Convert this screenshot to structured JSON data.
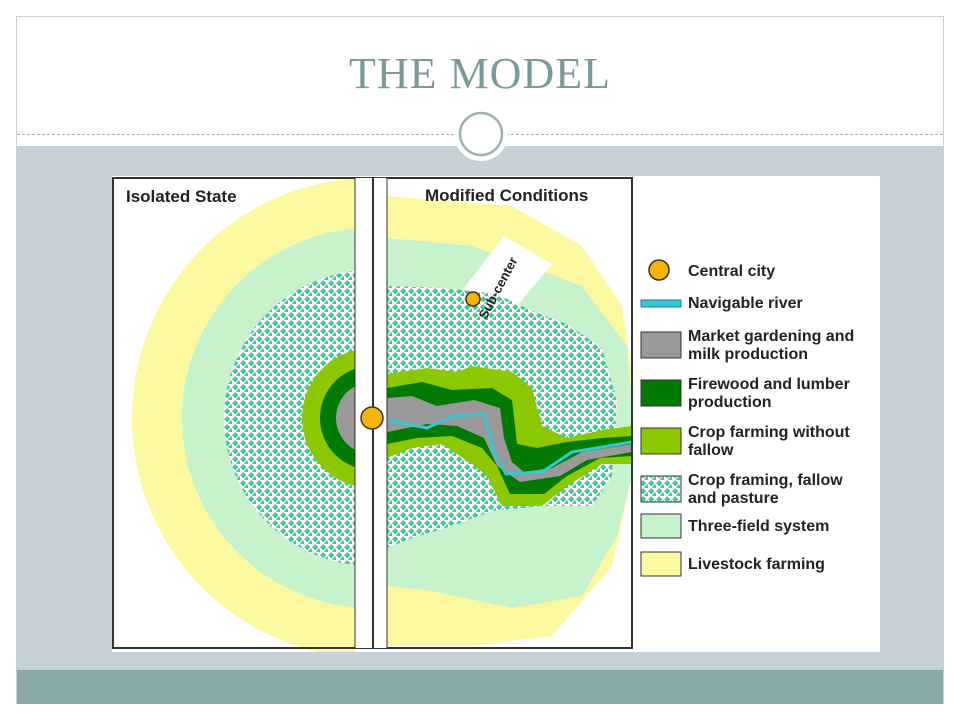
{
  "slide": {
    "title": "THE MODEL"
  },
  "diagram": {
    "panel_left_title": "Isolated State",
    "panel_right_title": "Modified Conditions",
    "subcenter_label": "Sub-center"
  },
  "legend": [
    {
      "id": "central-city",
      "line1": "Central city",
      "line2": "",
      "icon": "circle",
      "color": "#f5b400"
    },
    {
      "id": "navigable-river",
      "line1": "Navigable river",
      "line2": "",
      "icon": "line",
      "color": "#36c6d6"
    },
    {
      "id": "market-gardening",
      "line1": "Market gardening and",
      "line2": "milk production",
      "icon": "box",
      "color": "#999999"
    },
    {
      "id": "firewood-lumber",
      "line1": "Firewood and lumber",
      "line2": "production",
      "icon": "box",
      "color": "#007a00"
    },
    {
      "id": "crop-without-fallow",
      "line1": "Crop farming without",
      "line2": "fallow",
      "icon": "box",
      "color": "#8cc800"
    },
    {
      "id": "crop-fallow-pasture",
      "line1": "Crop framing, fallow",
      "line2": "and pasture",
      "icon": "pattern",
      "color": "#40c89a"
    },
    {
      "id": "three-field",
      "line1": "Three-field system",
      "line2": "",
      "icon": "box",
      "color": "#c6f2cc"
    },
    {
      "id": "livestock",
      "line1": "Livestock farming",
      "line2": "",
      "icon": "box",
      "color": "#fbf8a0"
    }
  ],
  "colors": {
    "accent_title": "#7a9a9a",
    "content_band": "#c6d1d7",
    "footer_band": "#8aa8aa",
    "livestock": "#fbf8a0",
    "three_field": "#c6f2cc",
    "crop_pattern": "#40c89a",
    "crop_no_fallow": "#8cc800",
    "firewood": "#007a00",
    "market": "#999999",
    "river": "#36c6d6",
    "city": "#f5b400"
  }
}
